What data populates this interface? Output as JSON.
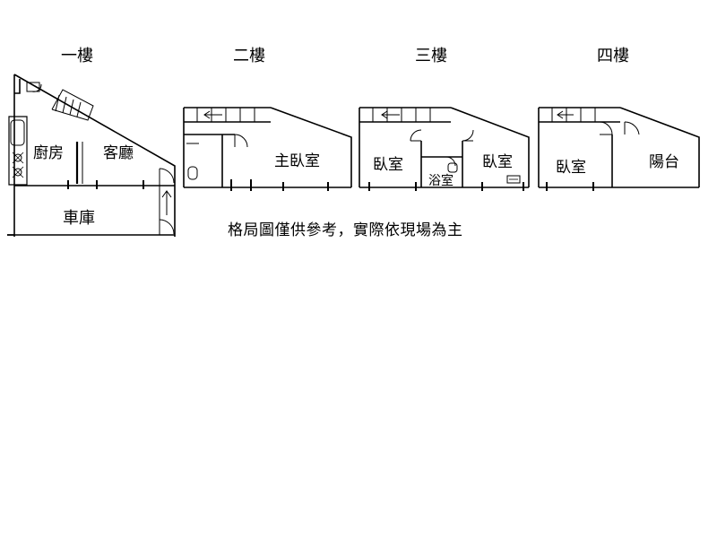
{
  "floors": [
    {
      "title": "一樓",
      "rooms": [
        "廚房",
        "客廳",
        "車庫"
      ]
    },
    {
      "title": "二樓",
      "rooms": [
        "主臥室"
      ]
    },
    {
      "title": "三樓",
      "rooms": [
        "臥室",
        "浴室",
        "臥室"
      ]
    },
    {
      "title": "四樓",
      "rooms": [
        "臥室",
        "陽台"
      ]
    }
  ],
  "note": "格局圖僅供參考，實際依現場為主"
}
